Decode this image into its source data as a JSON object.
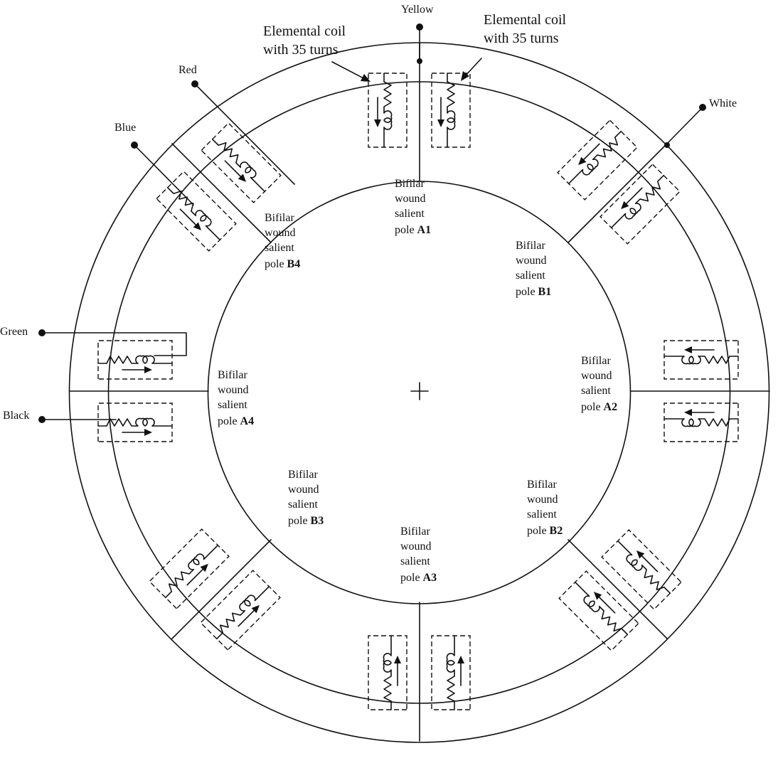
{
  "terminals": {
    "yellow": "Yellow",
    "red": "Red",
    "blue": "Blue",
    "white": "White",
    "green": "Green",
    "black": "Black"
  },
  "callouts": {
    "left": [
      "Elemental coil",
      "with 35 turns"
    ],
    "right": [
      "Elemental coil",
      "with 35 turns"
    ]
  },
  "poles": {
    "a1": {
      "lines": [
        "Bifilar",
        "wound",
        "salient"
      ],
      "prefix": "pole ",
      "id": "A1"
    },
    "b1": {
      "lines": [
        "Bifilar",
        "wound",
        "salient"
      ],
      "prefix": "pole ",
      "id": "B1"
    },
    "a2": {
      "lines": [
        "Bifilar",
        "wound",
        "salient"
      ],
      "prefix": "pole ",
      "id": "A2"
    },
    "b2": {
      "lines": [
        "Bifilar",
        "wound",
        "salient"
      ],
      "prefix": "pole ",
      "id": "B2"
    },
    "a3": {
      "lines": [
        "Bifilar",
        "wound",
        "salient"
      ],
      "prefix": "pole ",
      "id": "A3"
    },
    "b3": {
      "lines": [
        "Bifilar",
        "wound",
        "salient"
      ],
      "prefix": "pole ",
      "id": "B3"
    },
    "a4": {
      "lines": [
        "Bifilar",
        "wound",
        "salient"
      ],
      "prefix": "pole ",
      "id": "A4"
    },
    "b4": {
      "lines": [
        "Bifilar",
        "wound",
        "salient"
      ],
      "prefix": "pole ",
      "id": "B4"
    }
  },
  "center_mark": "+"
}
